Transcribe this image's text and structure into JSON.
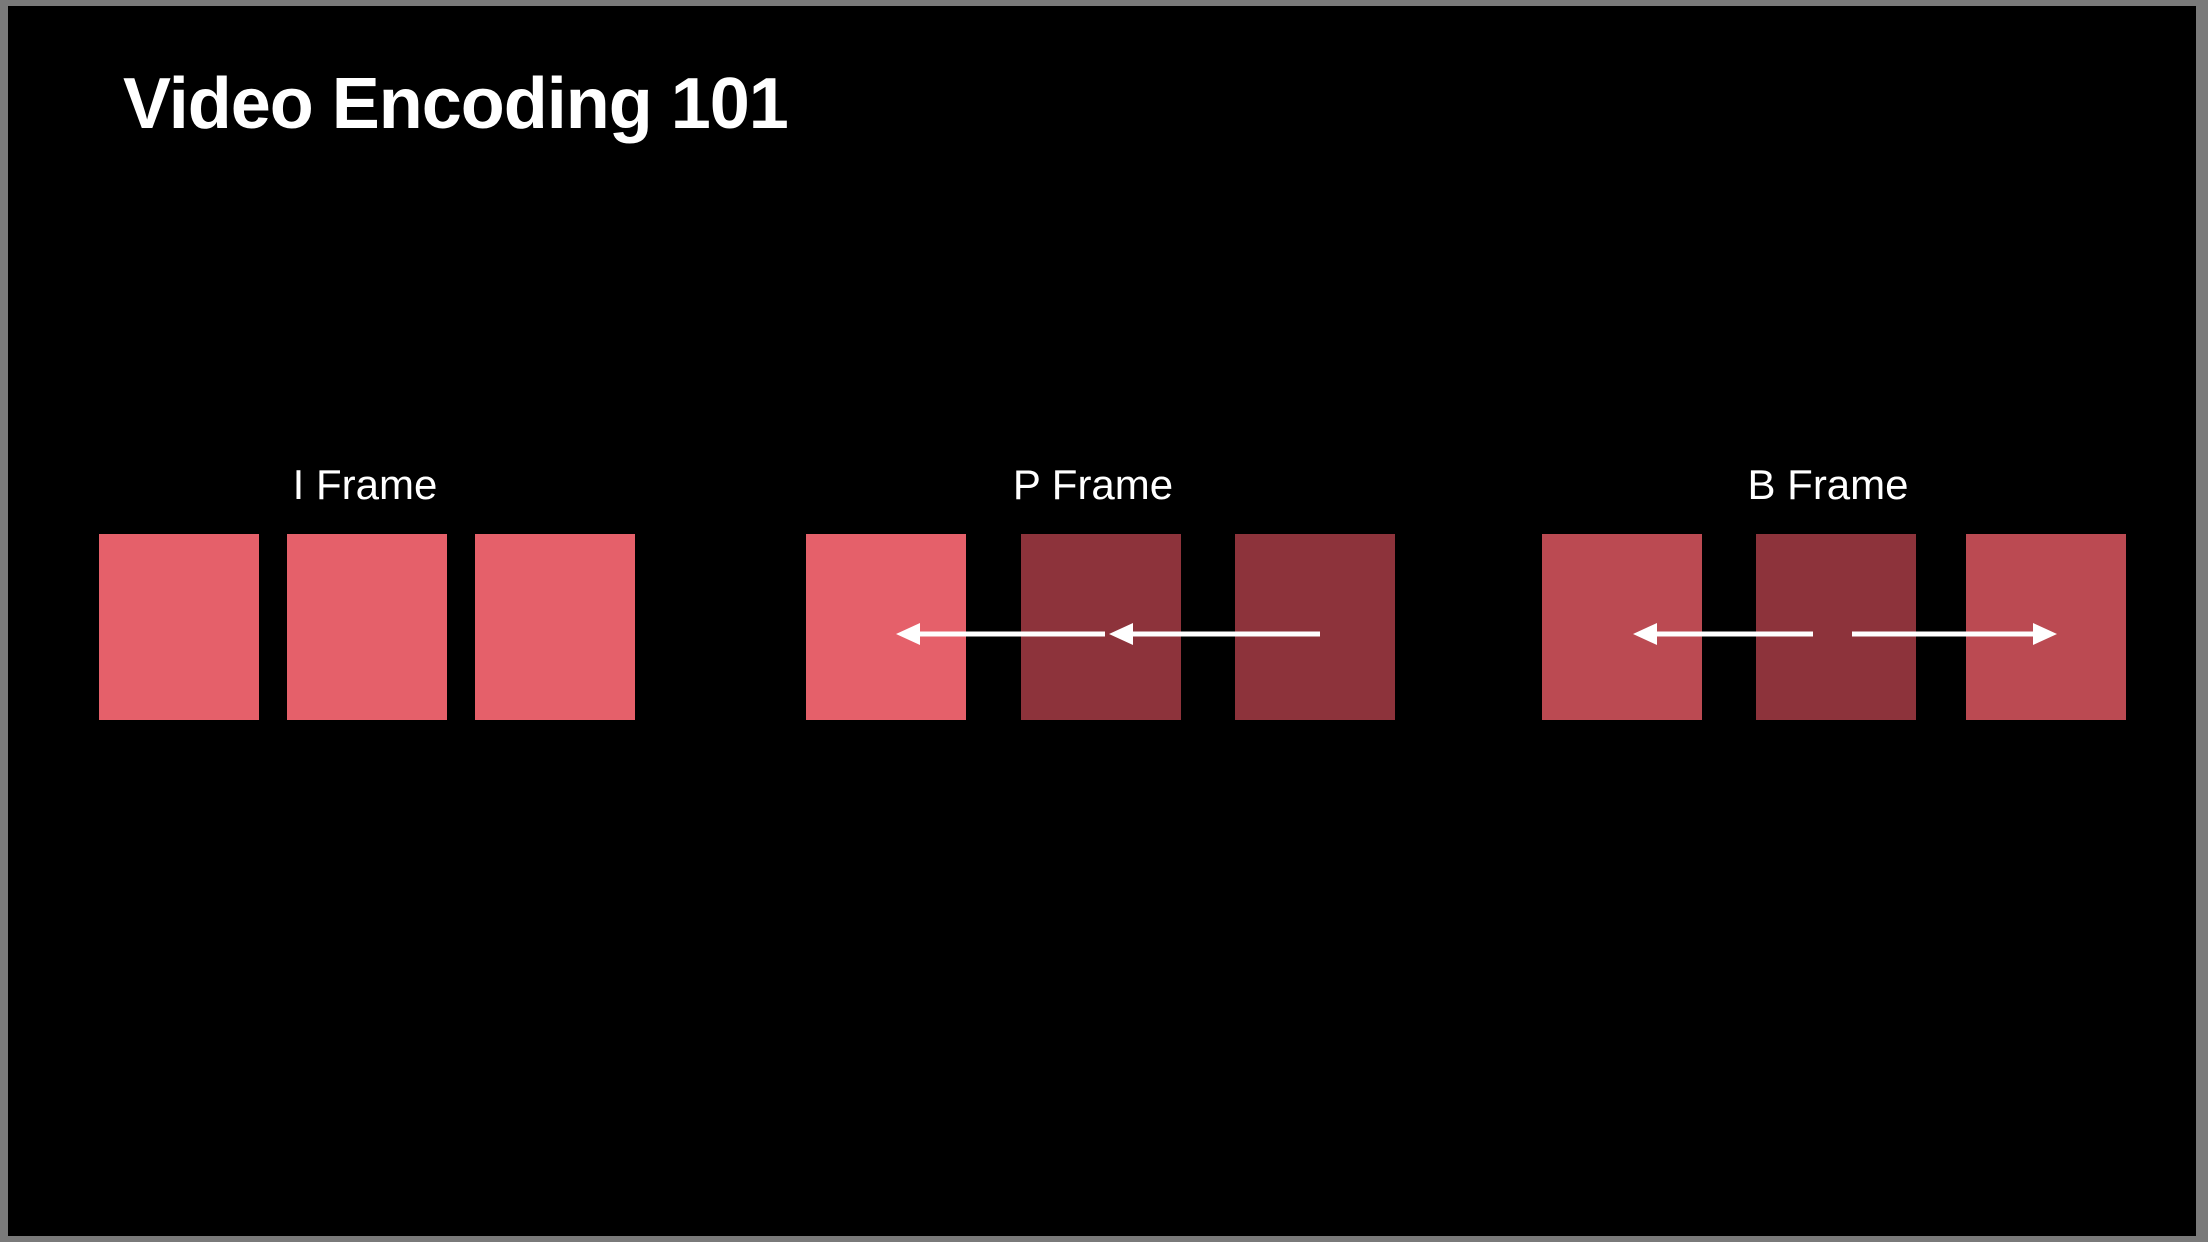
{
  "slide": {
    "title": "Video Encoding 101"
  },
  "colors": {
    "background": "#000000",
    "reference_frame": "#e5606a",
    "predicted_frame": "#8d333b",
    "bidirectional_frame": "#bb4a52",
    "arrow": "#ffffff"
  },
  "groups": [
    {
      "label": "I Frame",
      "frames": [
        "reference",
        "reference",
        "reference"
      ],
      "arrows": []
    },
    {
      "label": "P Frame",
      "frames": [
        "reference",
        "predicted",
        "predicted"
      ],
      "arrows": [
        {
          "from": 1,
          "to": 0
        },
        {
          "from": 2,
          "to": 1
        }
      ]
    },
    {
      "label": "B Frame",
      "frames": [
        "bidirectional",
        "predicted",
        "bidirectional"
      ],
      "arrows": [
        {
          "from": 1,
          "to": 0
        },
        {
          "from": 1,
          "to": 2
        }
      ]
    }
  ]
}
